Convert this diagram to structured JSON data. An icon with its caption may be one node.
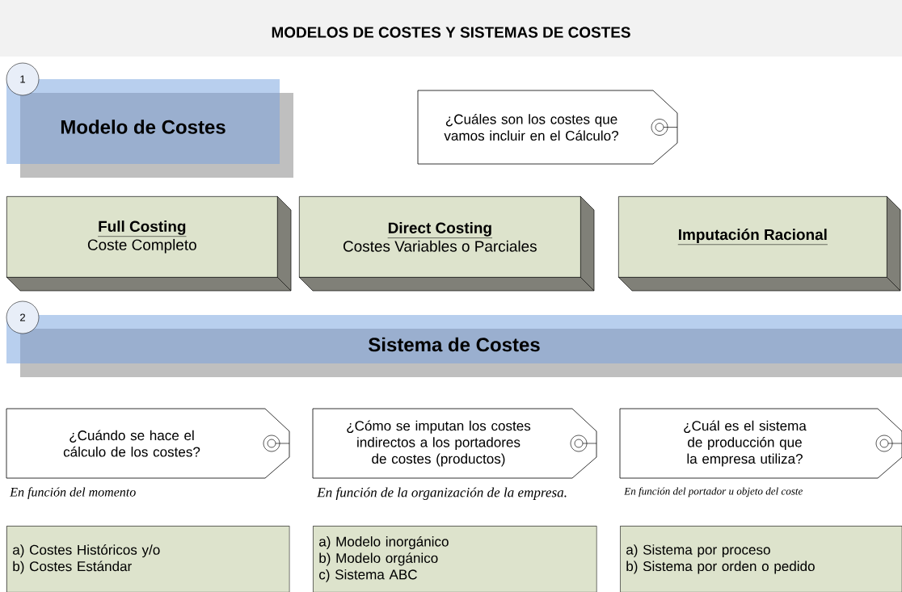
{
  "diagram": {
    "title": "MODELOS DE COSTES Y SISTEMAS DE COSTES",
    "nodes": [
      {
        "text": [
          "1"
        ]
      },
      {
        "text": [
          "Modelo de Costes"
        ]
      },
      {
        "text": [
          "¿Cuáles son los costes que vamos incluir en el Cálculo?"
        ]
      },
      {
        "text": [
          "Full Costing",
          "Coste Completo"
        ]
      },
      {
        "text": [
          "Direct Costing",
          "Costes Variables o Parciales"
        ]
      },
      {
        "text": [
          "Imputación Racional"
        ]
      },
      {
        "text": [
          "2"
        ]
      },
      {
        "text": [
          "Sistema de Costes"
        ]
      },
      {
        "text": [
          "¿Cuándo se hace el cálculo de los costes?"
        ],
        "beside": [
          "En función del momento"
        ]
      },
      {
        "text": [
          "¿Cómo se imputan los costes indirectos a los portadores de costes (productos)"
        ],
        "beside": [
          "En función de la organización de la empresa."
        ]
      },
      {
        "text": [
          "¿Cuál es el sistema de producción que la empresa utiliza?"
        ],
        "beside": [
          "En función del portador u objeto del coste"
        ]
      },
      {
        "text": [
          "a) Costes Históricos y/o",
          "b) Costes Estándar"
        ]
      },
      {
        "text": [
          "a) Modelo inorgánico",
          "b) Modelo orgánico",
          "c) Sistema ABC"
        ]
      },
      {
        "text": [
          "a) Sistema por proceso",
          "b) Sistema por orden o pedido"
        ]
      }
    ]
  }
}
